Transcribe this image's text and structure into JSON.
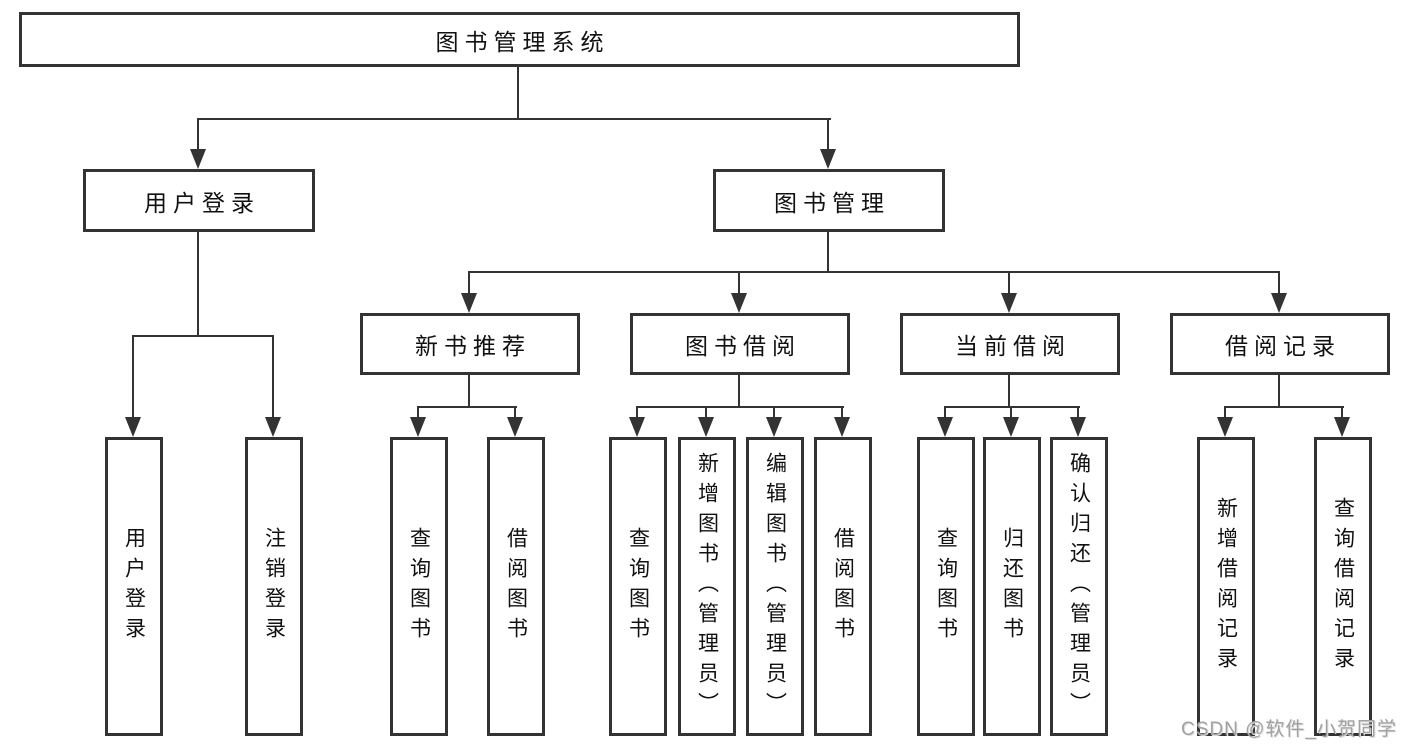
{
  "tree": {
    "label": "图书管理系统",
    "children": [
      {
        "label": "用户登录",
        "children": [
          {
            "label": "用户登录"
          },
          {
            "label": "注销登录"
          }
        ]
      },
      {
        "label": "图书管理",
        "children": [
          {
            "label": "新书推荐",
            "children": [
              {
                "label": "查询图书"
              },
              {
                "label": "借阅图书"
              }
            ]
          },
          {
            "label": "图书借阅",
            "children": [
              {
                "label": "查询图书"
              },
              {
                "label": "新增图书（管理员）"
              },
              {
                "label": "编辑图书（管理员）"
              },
              {
                "label": "借阅图书"
              }
            ]
          },
          {
            "label": "当前借阅",
            "children": [
              {
                "label": "查询图书"
              },
              {
                "label": "归还图书"
              },
              {
                "label": "确认归还（管理员）"
              }
            ]
          },
          {
            "label": "借阅记录",
            "children": [
              {
                "label": "新增借阅记录"
              },
              {
                "label": "查询借阅记录"
              }
            ]
          }
        ]
      }
    ]
  },
  "watermark": {
    "text": "CSDN @软件_小贺同学",
    "color": "#a2a2a2"
  },
  "colors": {
    "line": "#333333",
    "box_border": "#333333",
    "box_fill": "#ffffff",
    "text": "#111111"
  }
}
